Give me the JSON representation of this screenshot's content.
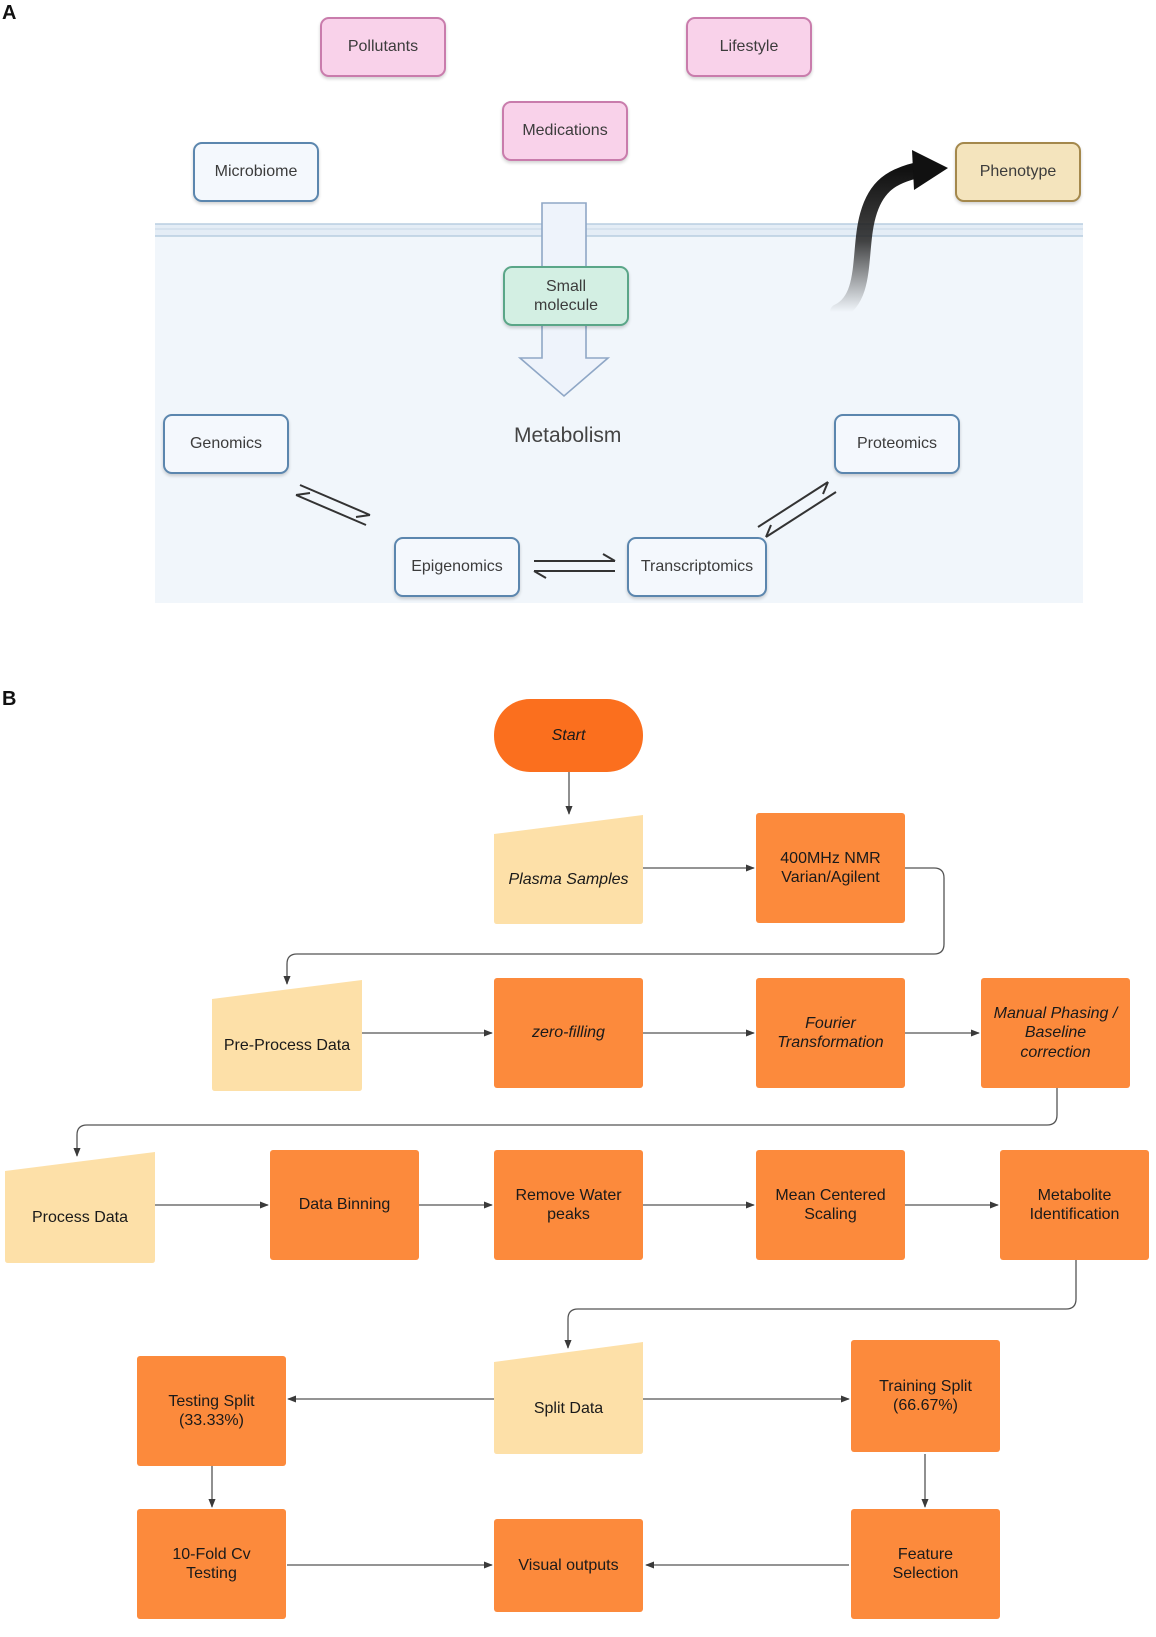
{
  "panel_a": {
    "label": "A",
    "pollutants": "Pollutants",
    "lifestyle": "Lifestyle",
    "medications": "Medications",
    "microbiome": "Microbiome",
    "phenotype": "Phenotype",
    "small_molecule": "Small molecule",
    "metabolism": "Metabolism",
    "genomics": "Genomics",
    "proteomics": "Proteomics",
    "epigenomics": "Epigenomics",
    "transcriptomics": "Transcriptomics"
  },
  "panel_b": {
    "label": "B",
    "start": "Start",
    "plasma_samples": "Plasma Samples",
    "nmr": "400MHz NMR Varian/Agilent",
    "pre_process": "Pre-Process Data",
    "zero_filling": "zero-filling",
    "fourier": "Fourier Transformation",
    "manual_phasing": "Manual Phasing / Baseline correction",
    "process_data": "Process Data",
    "data_binning": "Data Binning",
    "remove_water": "Remove Water peaks",
    "mean_centered": "Mean Centered Scaling",
    "metabolite_id": "Metabolite Identification",
    "split_data": "Split Data",
    "testing_split": "Testing Split (33.33%)",
    "training_split": "Training Split (66.67%)",
    "cv_testing": "10-Fold Cv Testing",
    "visual_outputs": "Visual outputs",
    "feature_selection": "Feature Selection"
  },
  "colors": {
    "process_orange": "#fc8a3c",
    "start_orange": "#fb6f1e",
    "data_yellow": "#fde0a8",
    "cell_bg": "#f1f6fb"
  }
}
